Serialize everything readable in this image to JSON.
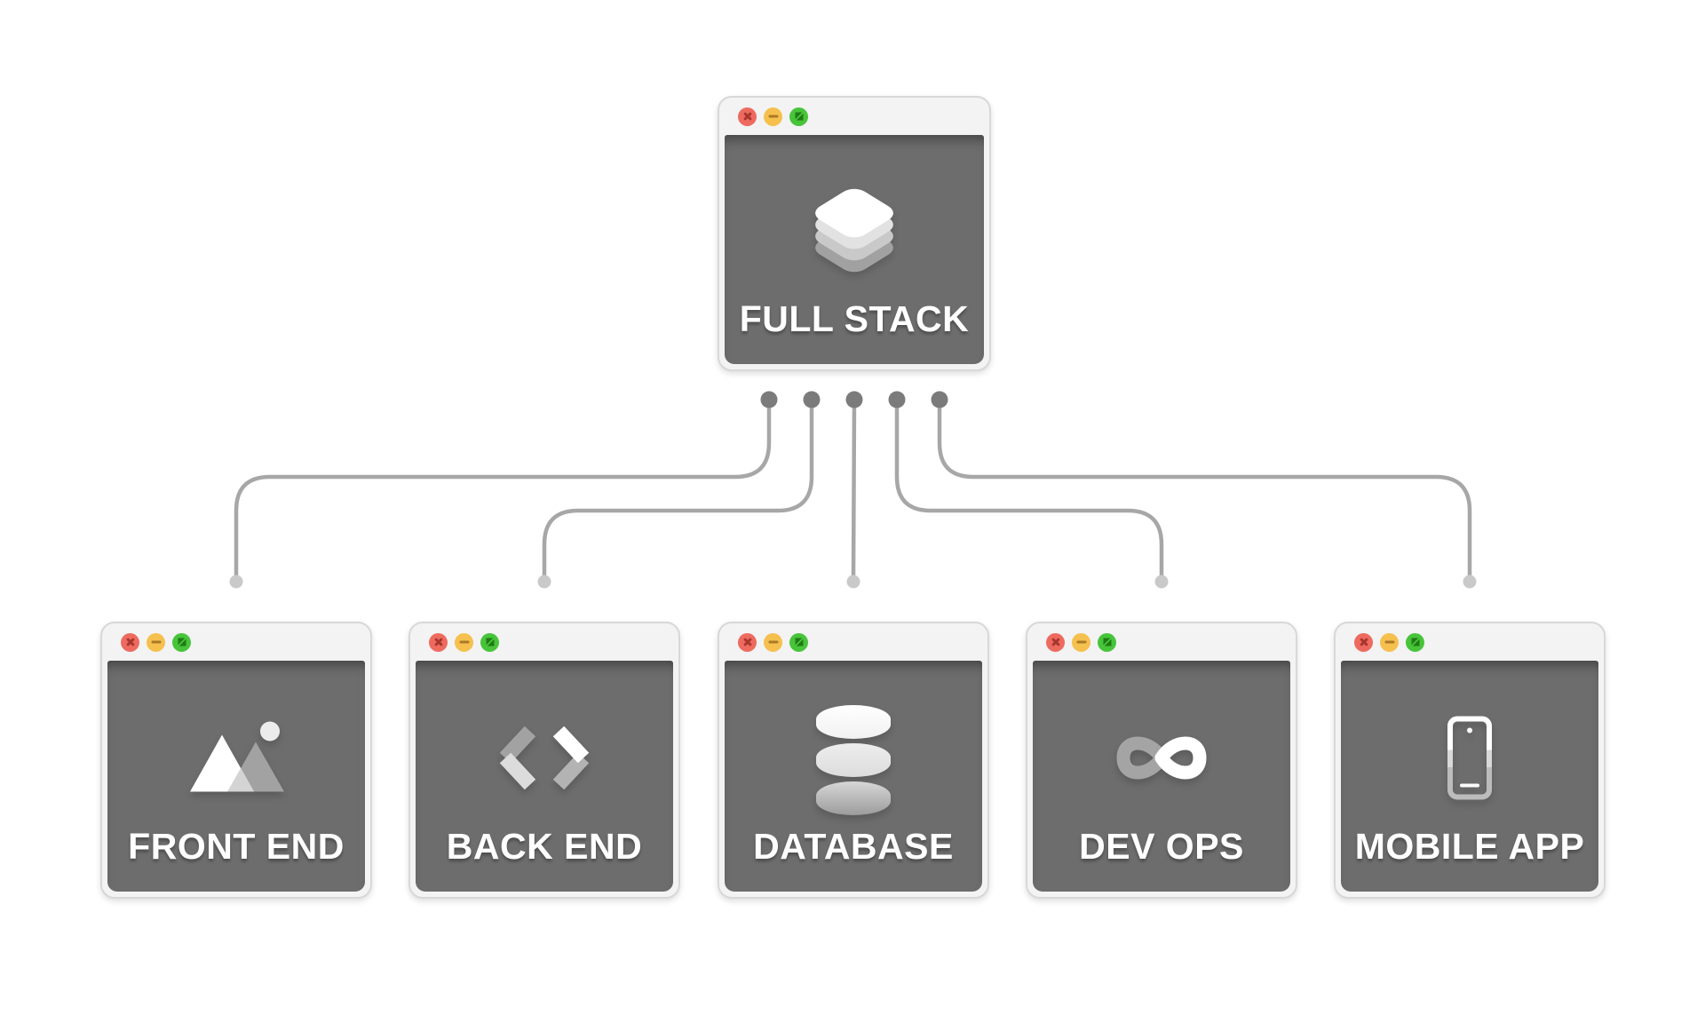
{
  "page": {
    "background": "#ffffff"
  },
  "diagram": {
    "root": {
      "label": "FULL STACK",
      "icon": "stack-layers-icon"
    },
    "children": [
      {
        "label": "FRONT END",
        "icon": "image-icon"
      },
      {
        "label": "BACK END",
        "icon": "code-icon"
      },
      {
        "label": "DATABASE",
        "icon": "database-icon"
      },
      {
        "label": "DEV OPS",
        "icon": "infinity-icon"
      },
      {
        "label": "MOBILE APP",
        "icon": "smartphone-icon"
      }
    ],
    "window_controls": {
      "close": "close",
      "minimize": "minimize",
      "zoom": "zoom"
    },
    "colors": {
      "window_chrome": "#f3f3f3",
      "window_border": "#d8d8d8",
      "window_body": "#6d6d6d",
      "label_text": "#ffffff",
      "connector_line": "#a7a7a7",
      "connector_node": "#7b7b7b",
      "connector_endpoint": "#c9c9c9",
      "traffic_red": "#ee6a5f",
      "traffic_yellow": "#f5c04e",
      "traffic_green": "#47c43a"
    }
  }
}
